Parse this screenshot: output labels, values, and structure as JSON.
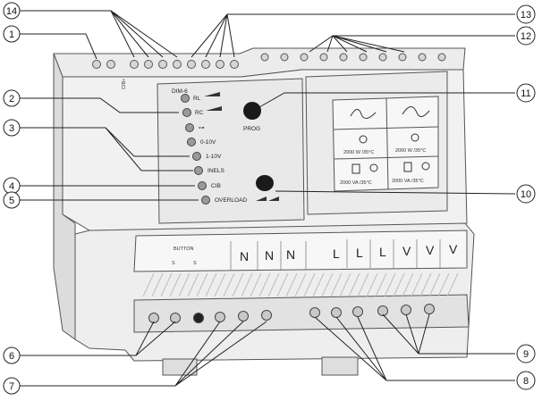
{
  "device": {
    "model": "DIM-6",
    "prog_label": "PROG",
    "led_labels": [
      "RL",
      "RC",
      "",
      "0-10V",
      "1-10V",
      "INELS",
      "CIB",
      "OVERLOAD"
    ],
    "button_block_label": "BUTTON",
    "button_terminal_labels": [
      "S",
      "S"
    ],
    "top_left_terminal_labels": [
      "CIB+",
      "CIB-"
    ],
    "output_terminals": [
      "N",
      "N",
      "N",
      "L",
      "L",
      "L",
      "V",
      "V",
      "V"
    ],
    "load_table": {
      "top_left_rating": "2000 W /35°C",
      "top_right_rating": "2000 W /35°C",
      "bottom_left_rating": "2000 VA /35°C",
      "bottom_right_rating": "2000 VA /35°C"
    }
  },
  "callouts": {
    "c1": "1",
    "c2": "2",
    "c3": "3",
    "c4": "4",
    "c5": "5",
    "c6": "6",
    "c7": "7",
    "c8": "8",
    "c9": "9",
    "c10": "10",
    "c11": "11",
    "c12": "12",
    "c13": "13",
    "c14": "14"
  }
}
